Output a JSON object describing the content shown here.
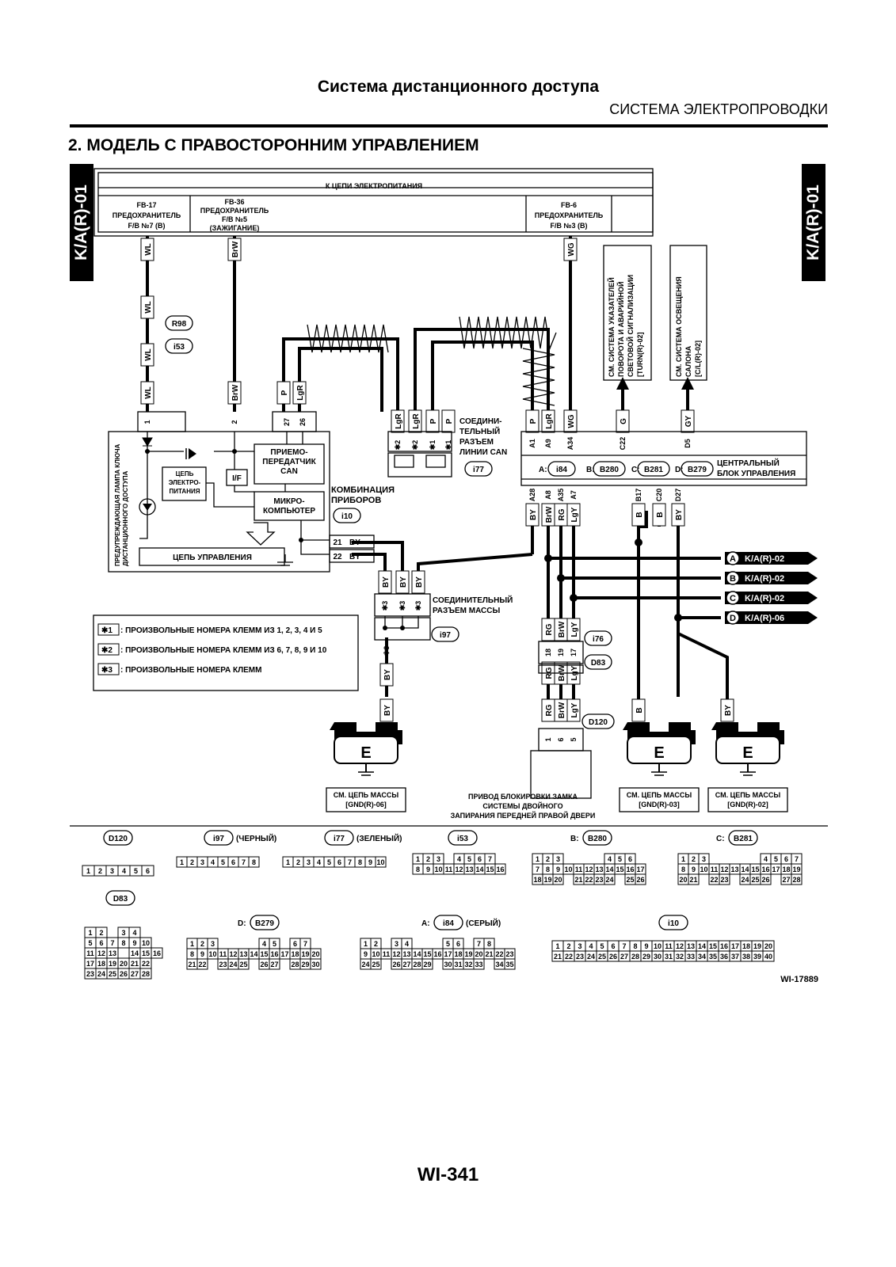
{
  "header": {
    "title": "Система дистанционного доступа",
    "subtitle": "СИСТЕМА ЭЛЕКТРОПРОВОДКИ"
  },
  "section_title": "2.  МОДЕЛЬ С ПРАВОСТОРОННИМ УПРАВЛЕНИЕМ",
  "side_tab": "K/A(R)-01",
  "power": {
    "title": "К ЦЕПИ ЭЛЕКТРОПИТАНИЯ",
    "fuses": [
      {
        "name": "FB-17",
        "type": "ПРЕДОХРАНИТЕЛЬ",
        "no": "F/B №7 (B)"
      },
      {
        "name": "FB-36",
        "type": "ПРЕДОХРАНИТЕЛЬ",
        "no": "F/B №5",
        "extra": "(ЗАЖИГАНИЕ)"
      },
      {
        "name": "FB-6",
        "type": "ПРЕДОХРАНИТЕЛЬ",
        "no": "F/B №3 (B)"
      }
    ]
  },
  "wires": {
    "WL": "WL",
    "BrW": "BrW",
    "WG": "WG",
    "P": "P",
    "LgR": "LgR",
    "G": "G",
    "GY": "GY",
    "BY": "BY",
    "B": "B",
    "RG": "RG",
    "LgY": "LgY"
  },
  "pins": {
    "p1": "1",
    "p2": "2",
    "p27": "27",
    "p26": "26",
    "p21": "21",
    "p22": "22",
    "A1": "A1",
    "A9": "A9",
    "A34": "A34",
    "C22": "C22",
    "D5": "D5",
    "A28": "A28",
    "A8": "A8",
    "A35": "A35",
    "A7": "A7",
    "B17": "B17",
    "C20": "C20",
    "D27": "D27",
    "p18": "18",
    "p19": "19",
    "p17": "17",
    "p6": "6",
    "p5": "5"
  },
  "stars": {
    "s1": "✱1",
    "s2": "✱2",
    "s3": "✱3"
  },
  "connectors": {
    "R98": "R98",
    "i53": "i53",
    "i77": "i77",
    "i10": "i10",
    "i97": "i97",
    "i76": "i76",
    "D83": "D83",
    "D120": "D120",
    "i84": "i84",
    "B280": "B280",
    "B281": "B281",
    "B279": "B279"
  },
  "combo": {
    "transceiver": [
      "ПРИЕМО-",
      "ПЕРЕДАТЧИК",
      "CAN"
    ],
    "iface": "I/F",
    "micro": [
      "МИКРО-",
      "КОМПЬЮТЕР"
    ],
    "power": [
      "ЦЕПЬ",
      "ЭЛЕКТРО-",
      "ПИТАНИЯ"
    ],
    "control": "ЦЕПЬ УПРАВЛЕНИЯ",
    "lamp": [
      "ПРЕДУПРЕЖДАЮЩАЯ ЛАМПА КЛЮЧА",
      "ДИСТАНЦИОННОГО ДОСТУПА"
    ],
    "label": [
      "КОМБИНАЦИЯ",
      "ПРИБОРОВ"
    ]
  },
  "can_joint": [
    "СОЕДИНИ-",
    "ТЕЛЬНЫЙ",
    "РАЗЪЕМ",
    "ЛИНИИ CAN"
  ],
  "ground_joint": [
    "СОЕДИНИТЕЛЬНЫЙ",
    "РАЗЪЕМ МАССЫ"
  ],
  "cbu": {
    "label": [
      "ЦЕНТРАЛЬНЫЙ",
      "БЛОК УПРАВЛЕНИЯ"
    ],
    "A": "A:",
    "B": "B:",
    "C": "C:",
    "D": "D:"
  },
  "see_boxes": {
    "turn": [
      "СМ. СИСТЕМА УКАЗАТЕЛЕЙ",
      "ПОВОРОТА И АВАРИЙНОЙ",
      "СВЕТОВОЙ СИГНАЛИЗАЦИИ",
      "[TURN(R)-02]"
    ],
    "cl": [
      "СМ. СИСТЕМА ОСВЕЩЕНИЯ",
      "САЛОНА",
      "[C/L(R)-02]"
    ]
  },
  "refs": [
    {
      "l": "A",
      "t": "K/A(R)-02"
    },
    {
      "l": "B",
      "t": "K/A(R)-02"
    },
    {
      "l": "C",
      "t": "K/A(R)-02"
    },
    {
      "l": "D",
      "t": "K/A(R)-06"
    }
  ],
  "legend": [
    {
      "k": "✱1",
      "t": ": ПРОИЗВОЛЬНЫЕ НОМЕРА КЛЕММ ИЗ 1, 2, 3, 4 И 5"
    },
    {
      "k": "✱2",
      "t": ": ПРОИЗВОЛЬНЫЕ НОМЕРА КЛЕММ ИЗ 6, 7, 8, 9 И 10"
    },
    {
      "k": "✱3",
      "t": ": ПРОИЗВОЛЬНЫЕ НОМЕРА КЛЕММ"
    }
  ],
  "ground": {
    "E": "E",
    "gnd06": [
      "СМ. ЦЕПЬ МАССЫ",
      "[GND(R)-06]"
    ],
    "gnd03": [
      "СМ. ЦЕПЬ МАССЫ",
      "[GND(R)-03]"
    ],
    "gnd02": [
      "СМ. ЦЕПЬ МАССЫ",
      "[GND(R)-02]"
    ]
  },
  "actuator": [
    "ПРИВОД БЛОКИРОВКИ ЗАМКА",
    "СИСТЕМЫ ДВОЙНОГО",
    "ЗАПИРАНИЯ ПЕРЕДНЕЙ ПРАВОЙ ДВЕРИ"
  ],
  "conn_views": {
    "D120": {
      "label": "D120",
      "rows": [
        [
          "1",
          "2",
          "3",
          "4",
          "5",
          "6"
        ]
      ]
    },
    "i97": {
      "label": "i97",
      "extra": "(ЧЕРНЫЙ)",
      "rows": [
        [
          "1",
          "2",
          "3",
          "4",
          "5",
          "6",
          "7",
          "8"
        ]
      ]
    },
    "i77": {
      "label": "i77",
      "extra": "(ЗЕЛЕНЫЙ)",
      "rows": [
        [
          "1",
          "2",
          "3",
          "4",
          "5",
          "6",
          "7",
          "8",
          "9",
          "10"
        ]
      ]
    },
    "i53": {
      "label": "i53",
      "rows": [
        [
          "1",
          "2",
          "3",
          "",
          "4",
          "5",
          "6",
          "7"
        ],
        [
          "8",
          "9",
          "10",
          "11",
          "12",
          "13",
          "14",
          "15",
          "16"
        ]
      ]
    },
    "B280": {
      "prefix": "B:",
      "label": "B280",
      "rows": [
        [
          "1",
          "2",
          "3",
          "",
          "",
          "",
          "",
          "4",
          "5",
          "6"
        ],
        [
          "7",
          "8",
          "9",
          "10",
          "11",
          "12",
          "13",
          "14",
          "15",
          "16",
          "17"
        ],
        [
          "18",
          "19",
          "20",
          "",
          "21",
          "22",
          "23",
          "24",
          "",
          "25",
          "26"
        ]
      ]
    },
    "B281": {
      "prefix": "C:",
      "label": "B281",
      "rows": [
        [
          "1",
          "2",
          "3",
          "",
          "",
          "",
          "",
          "",
          "4",
          "5",
          "6",
          "7"
        ],
        [
          "8",
          "9",
          "10",
          "11",
          "12",
          "13",
          "14",
          "15",
          "16",
          "17",
          "18",
          "19"
        ],
        [
          "20",
          "21",
          "",
          "22",
          "23",
          "",
          "24",
          "25",
          "26",
          "",
          "27",
          "28"
        ]
      ]
    },
    "D83": {
      "label": "D83",
      "rows": [
        [
          "1",
          "2",
          "",
          "3",
          "4"
        ],
        [
          "5",
          "6",
          "7",
          "8",
          "9",
          "10"
        ],
        [
          "11",
          "12",
          "13",
          "",
          "14",
          "15",
          "16"
        ],
        [
          "17",
          "18",
          "19",
          "20",
          "21",
          "22"
        ],
        [
          "23",
          "24",
          "25",
          "26",
          "27",
          "28"
        ]
      ]
    },
    "B279": {
      "prefix": "D:",
      "label": "B279",
      "rows": [
        [
          "1",
          "2",
          "3",
          "",
          "",
          "",
          "",
          "4",
          "5",
          "",
          "6",
          "7"
        ],
        [
          "8",
          "9",
          "10",
          "11",
          "12",
          "13",
          "14",
          "15",
          "16",
          "17",
          "18",
          "19",
          "20"
        ],
        [
          "21",
          "22",
          "",
          "23",
          "24",
          "25",
          "",
          "26",
          "27",
          "",
          "28",
          "29",
          "30"
        ]
      ]
    },
    "i84": {
      "prefix": "A:",
      "label": "i84",
      "extra": "(СЕРЫЙ)",
      "rows": [
        [
          "1",
          "2",
          "",
          "3",
          "4",
          "",
          "",
          "",
          "5",
          "6",
          "",
          "7",
          "8"
        ],
        [
          "9",
          "10",
          "11",
          "12",
          "13",
          "14",
          "15",
          "16",
          "17",
          "18",
          "19",
          "20",
          "21",
          "22",
          "23"
        ],
        [
          "24",
          "25",
          "",
          "26",
          "27",
          "28",
          "29",
          "",
          "30",
          "31",
          "32",
          "33",
          "",
          "34",
          "35"
        ]
      ]
    },
    "i10": {
      "label": "i10",
      "rows": [
        [
          "1",
          "2",
          "3",
          "4",
          "5",
          "6",
          "7",
          "8",
          "9",
          "10",
          "11",
          "12",
          "13",
          "14",
          "15",
          "16",
          "17",
          "18",
          "19",
          "20"
        ],
        [
          "21",
          "22",
          "23",
          "24",
          "25",
          "26",
          "27",
          "28",
          "29",
          "30",
          "31",
          "32",
          "33",
          "34",
          "35",
          "36",
          "37",
          "38",
          "39",
          "40"
        ]
      ]
    }
  },
  "figure_id": "WI-17889",
  "page_number": "WI-341"
}
